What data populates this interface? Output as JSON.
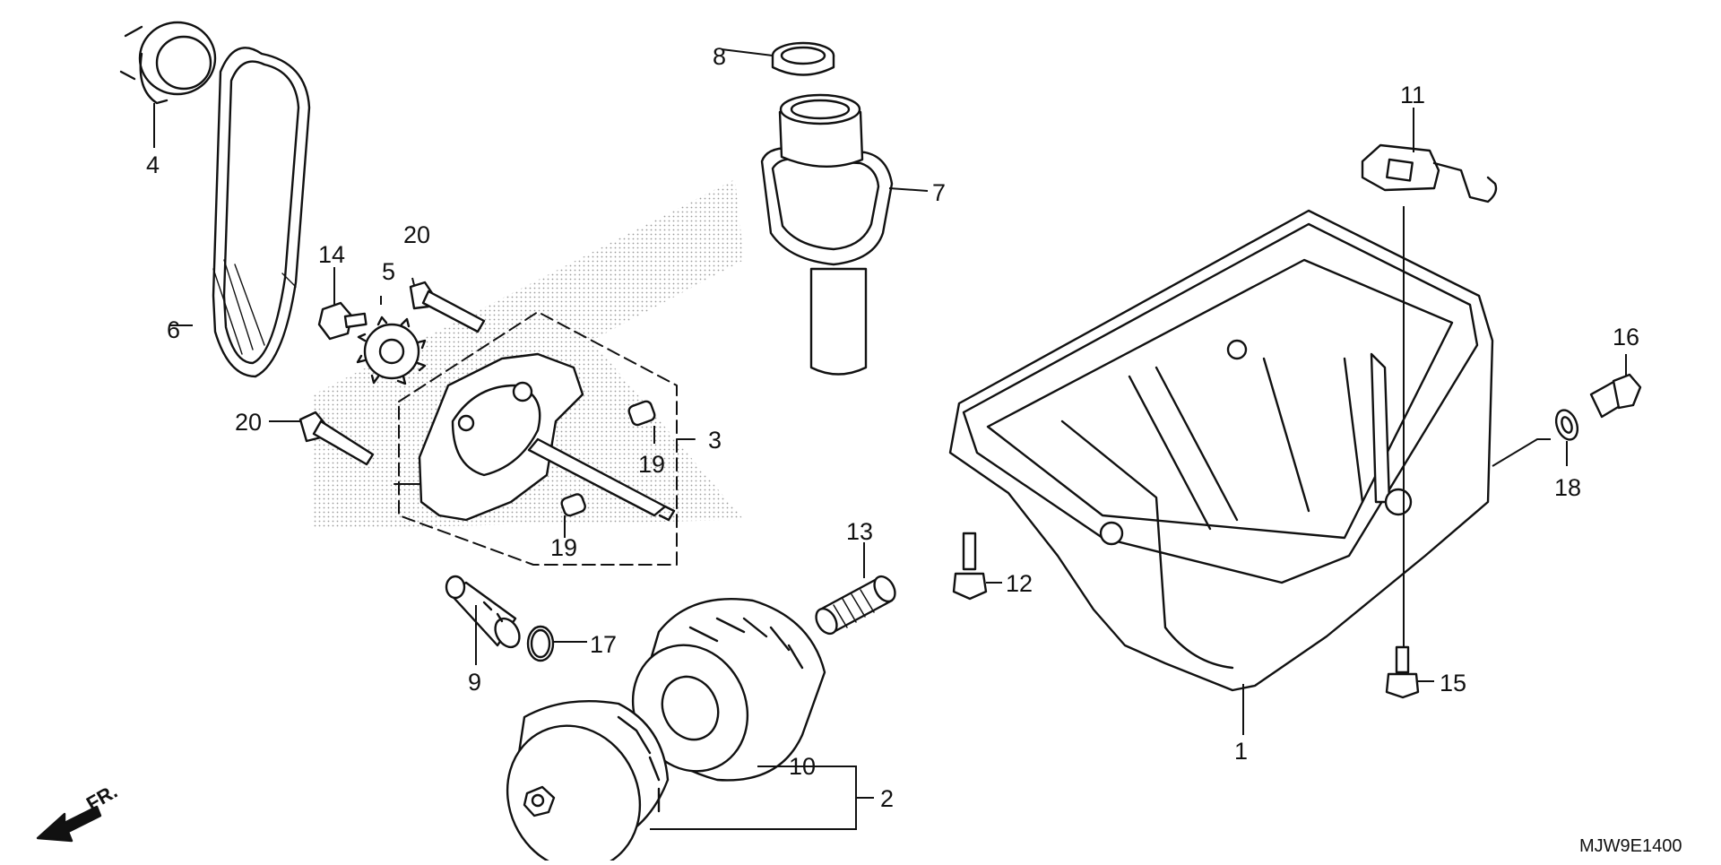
{
  "diagram": {
    "parts": [
      {
        "id": "part-1",
        "label": "1",
        "name": "oil-pan"
      },
      {
        "id": "part-2",
        "label": "2",
        "name": "oil-filter-assembly"
      },
      {
        "id": "part-3",
        "label": "3",
        "name": "oil-pump-assembly"
      },
      {
        "id": "part-4",
        "label": "4",
        "name": "sprocket-ring"
      },
      {
        "id": "part-5",
        "label": "5",
        "name": "pump-sprocket"
      },
      {
        "id": "part-6",
        "label": "6",
        "name": "drive-chain"
      },
      {
        "id": "part-7",
        "label": "7",
        "name": "oil-strainer"
      },
      {
        "id": "part-8",
        "label": "8",
        "name": "strainer-seal"
      },
      {
        "id": "part-9",
        "label": "9",
        "name": "relief-valve"
      },
      {
        "id": "part-10",
        "label": "10",
        "name": "oil-filter-cartridge"
      },
      {
        "id": "part-11",
        "label": "11",
        "name": "clip-bracket"
      },
      {
        "id": "part-12",
        "label": "12",
        "name": "flange-bolt"
      },
      {
        "id": "part-13",
        "label": "13",
        "name": "filter-boss"
      },
      {
        "id": "part-14",
        "label": "14",
        "name": "sprocket-bolt"
      },
      {
        "id": "part-15",
        "label": "15",
        "name": "flange-bolt-short"
      },
      {
        "id": "part-16",
        "label": "16",
        "name": "drain-bolt"
      },
      {
        "id": "part-17",
        "label": "17",
        "name": "o-ring"
      },
      {
        "id": "part-18",
        "label": "18",
        "name": "sealing-washer"
      },
      {
        "id": "part-19a",
        "label": "19",
        "name": "dowel-pin-upper"
      },
      {
        "id": "part-19b",
        "label": "19",
        "name": "dowel-pin-lower"
      },
      {
        "id": "part-20a",
        "label": "20",
        "name": "pump-bolt-upper"
      },
      {
        "id": "part-20b",
        "label": "20",
        "name": "pump-bolt-lower"
      }
    ],
    "direction_label": "FR.",
    "diagram_code": "MJW9E1400"
  }
}
